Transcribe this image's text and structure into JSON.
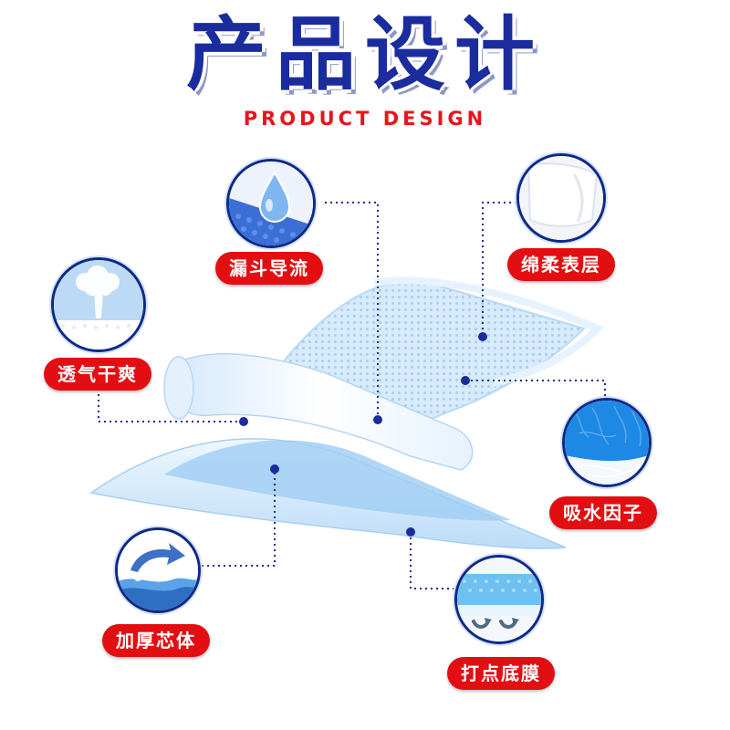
{
  "header": {
    "title": "产品设计",
    "subtitle": "PRODUCT DESIGN"
  },
  "colors": {
    "title_blue": "#1b2c9e",
    "subtitle_red": "#e8141b",
    "label_red": "#e30e12",
    "circle_border": "#0d2a86",
    "pad_blue": "#cfe6fb"
  },
  "features": [
    {
      "id": "funnel",
      "label": "漏斗导流",
      "icon": "water-drop-icon"
    },
    {
      "id": "soft",
      "label": "绵柔表层",
      "icon": "soft-fabric-icon"
    },
    {
      "id": "breathable",
      "label": "透气干爽",
      "icon": "breathable-cloud-icon"
    },
    {
      "id": "absorb",
      "label": "吸水因子",
      "icon": "absorbent-fiber-icon"
    },
    {
      "id": "thick",
      "label": "加厚芯体",
      "icon": "wave-arrow-icon"
    },
    {
      "id": "film",
      "label": "打点底膜",
      "icon": "dotted-film-icon"
    }
  ]
}
